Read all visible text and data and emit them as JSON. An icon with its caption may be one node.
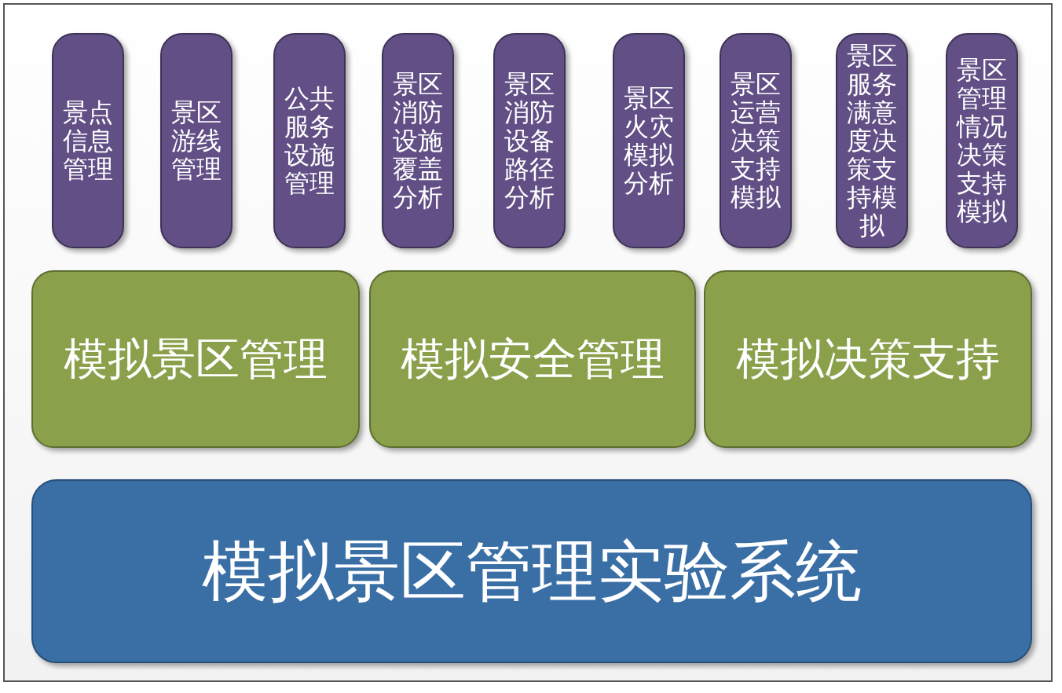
{
  "diagram": {
    "nodes": [
      {
        "text": [
          "景点信息管理"
        ]
      },
      {
        "text": [
          "景区游线管理"
        ]
      },
      {
        "text": [
          "公共服务设施管理"
        ]
      },
      {
        "text": [
          "景区消防设施覆盖分析"
        ]
      },
      {
        "text": [
          "景区消防设备路径分析"
        ]
      },
      {
        "text": [
          "景区火灾模拟分析"
        ]
      },
      {
        "text": [
          "景区运营决策支持模拟"
        ]
      },
      {
        "text": [
          "景区服务满意度决策支持模拟"
        ]
      },
      {
        "text": [
          "景区管理情况决策支持模拟"
        ]
      },
      {
        "text": [
          "模拟景区管理"
        ]
      },
      {
        "text": [
          "模拟安全管理"
        ]
      },
      {
        "text": [
          "模拟决策支持"
        ]
      },
      {
        "text": [
          "模拟景区管理实验系统"
        ]
      }
    ]
  }
}
